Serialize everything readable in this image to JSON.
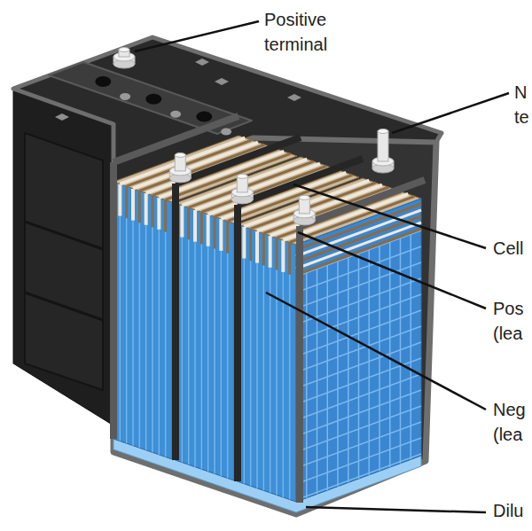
{
  "diagram": {
    "labels": [
      "Positive terminal",
      "N te",
      "Cell",
      "Pos (lea",
      "Neg (lea",
      "Dilu"
    ]
  }
}
